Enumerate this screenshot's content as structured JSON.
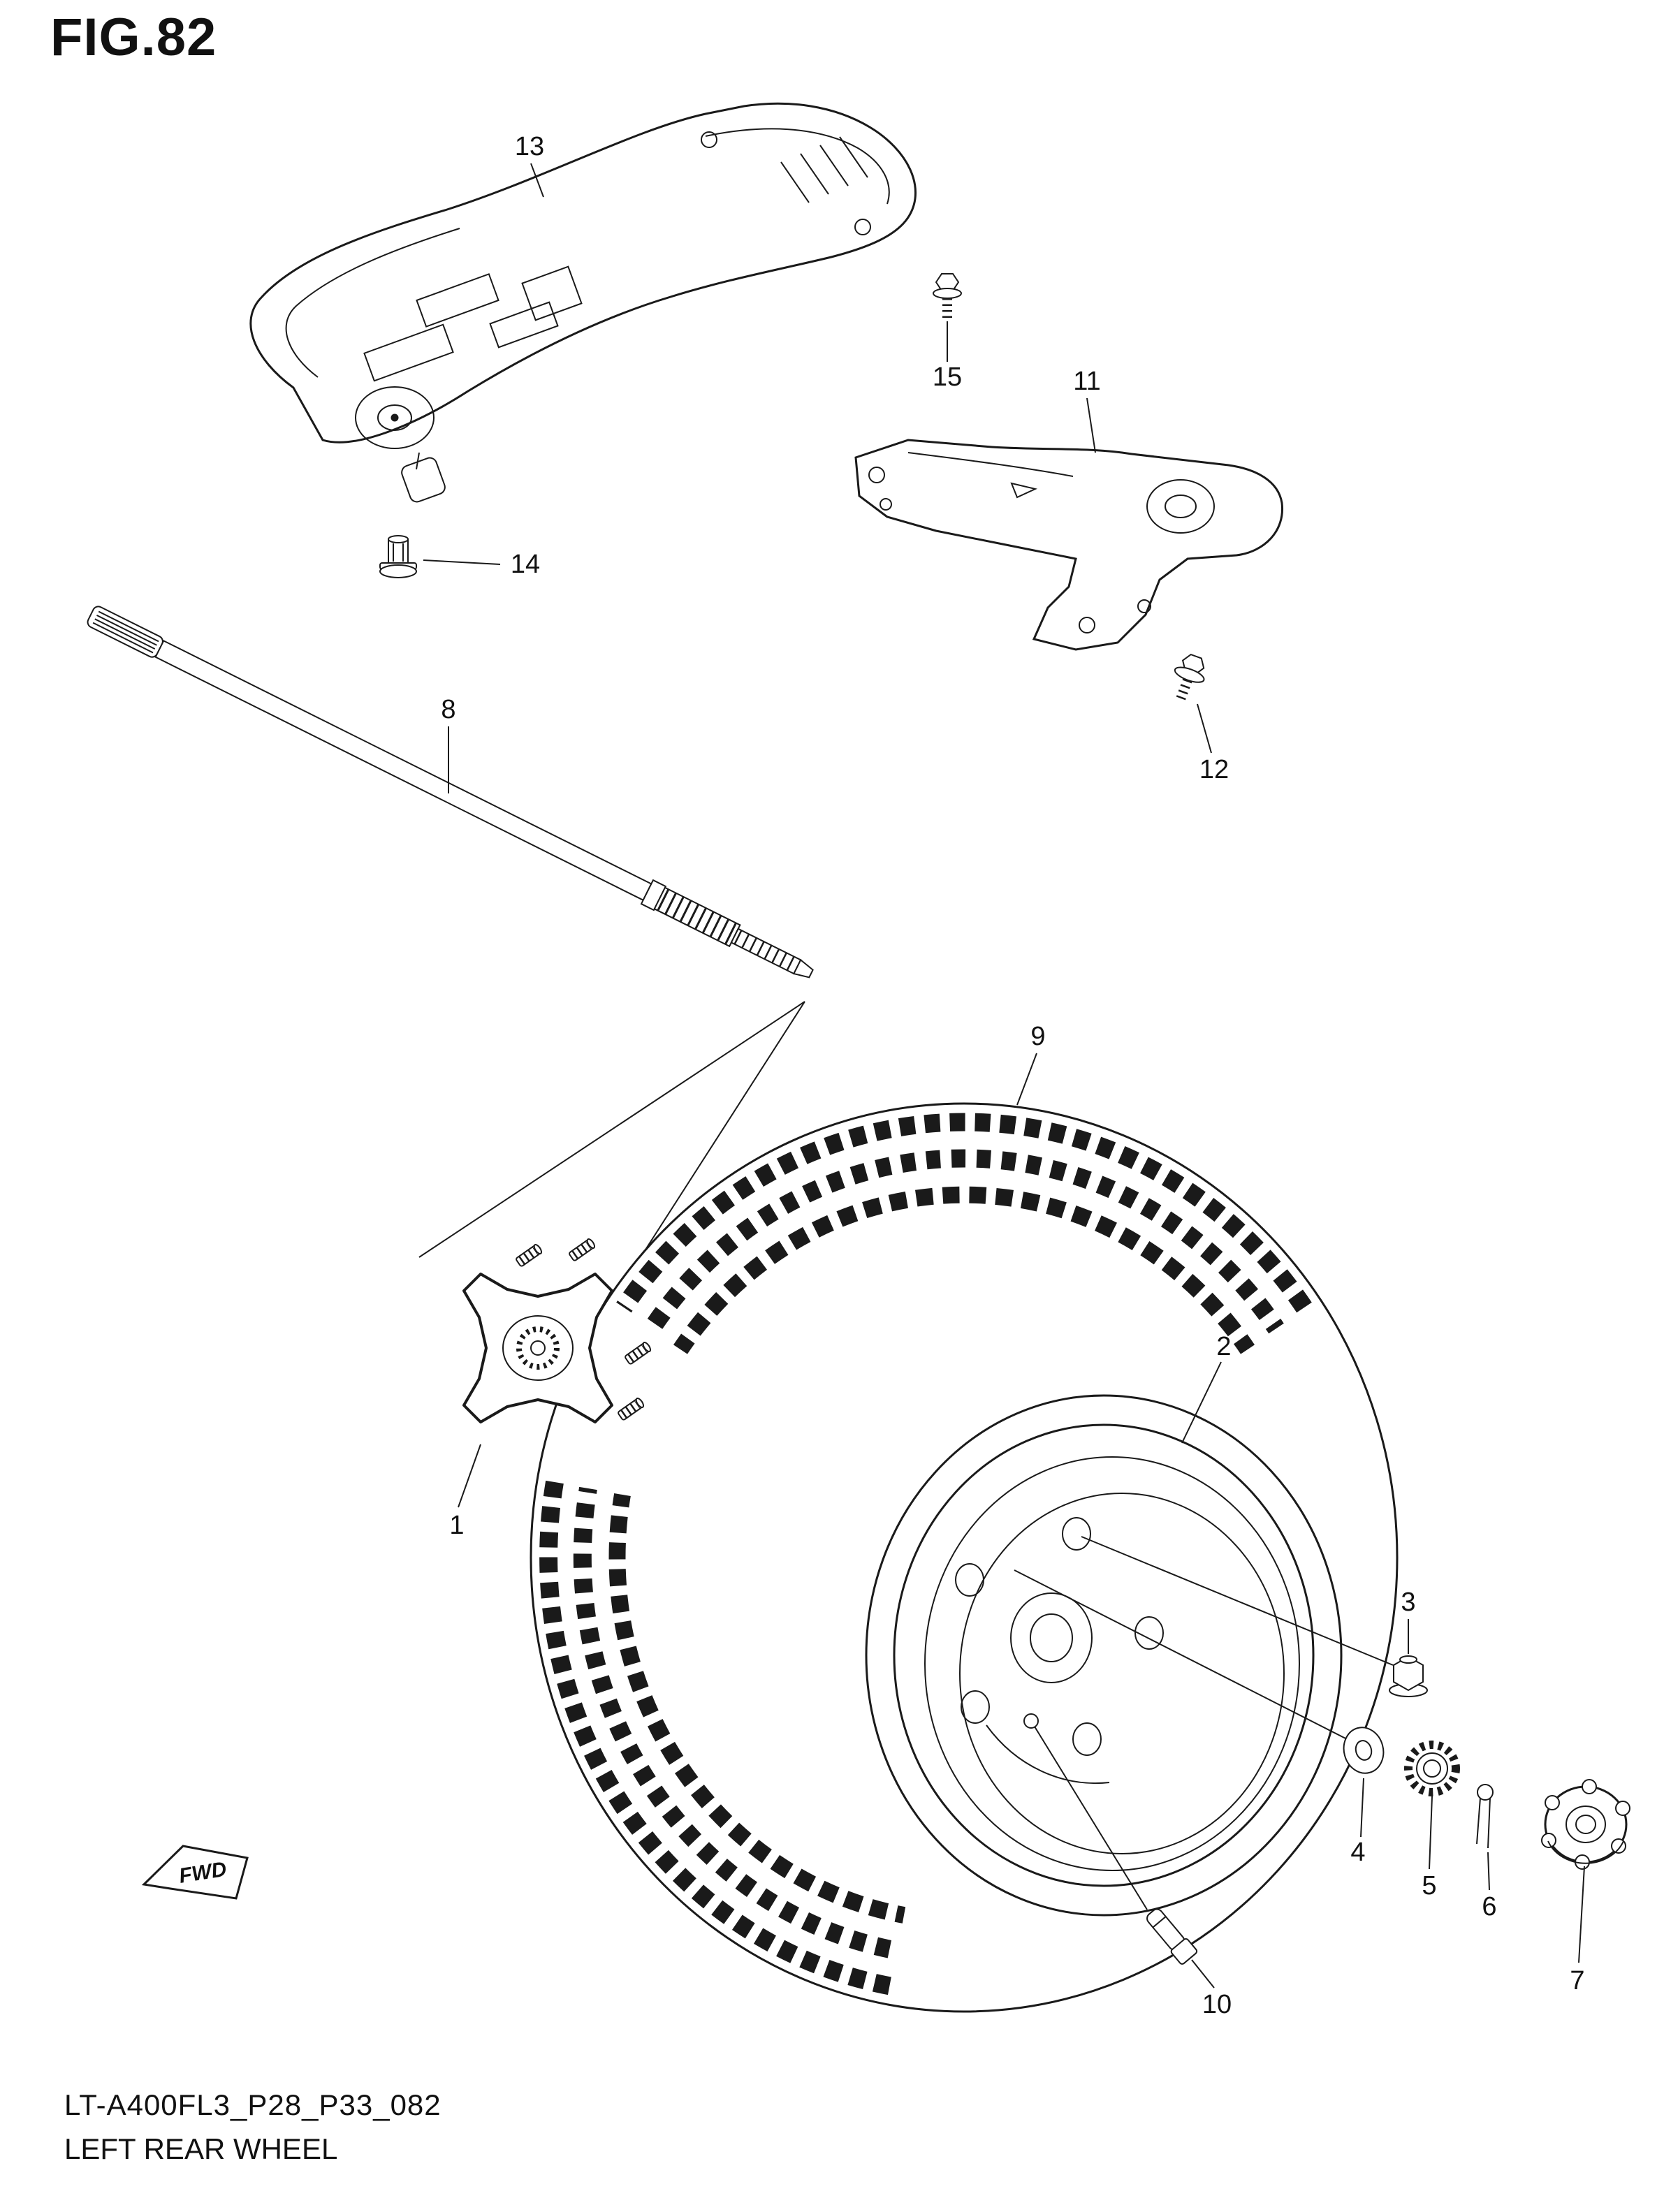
{
  "figure": {
    "title": "FIG.82",
    "code": "LT-A400FL3_P28_P33_082",
    "caption": "LEFT REAR WHEEL"
  },
  "fwd_marker": {
    "label": "FWD"
  },
  "colors": {
    "line": "#1a1a1a",
    "background": "#ffffff"
  },
  "callouts": [
    {
      "label": "1"
    },
    {
      "label": "2"
    },
    {
      "label": "3"
    },
    {
      "label": "4"
    },
    {
      "label": "5"
    },
    {
      "label": "6"
    },
    {
      "label": "7"
    },
    {
      "label": "8"
    },
    {
      "label": "9"
    },
    {
      "label": "10"
    },
    {
      "label": "11"
    },
    {
      "label": "12"
    },
    {
      "label": "13"
    },
    {
      "label": "14"
    },
    {
      "label": "15"
    }
  ]
}
